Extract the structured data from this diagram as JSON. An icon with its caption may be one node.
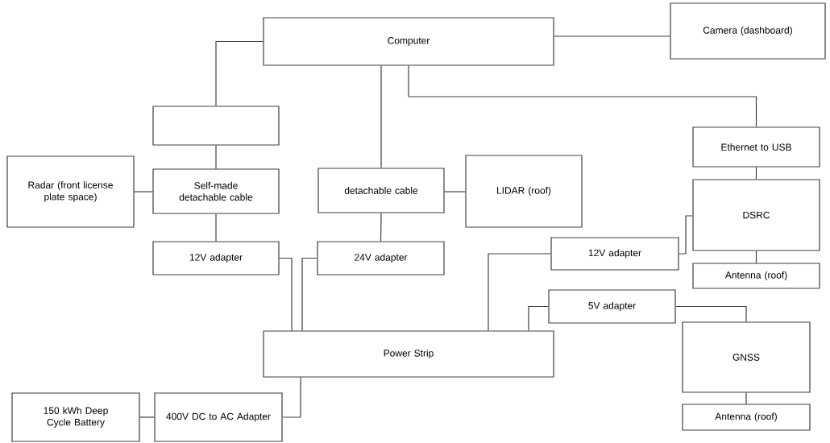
{
  "diagram": {
    "nodes": [
      {
        "text": [
          "Computer"
        ]
      },
      {
        "text": [
          "Camera (dashboard)"
        ]
      },
      {
        "text": [],
        "shape": "box"
      },
      {
        "text": [
          "Radar (front license plate space)"
        ]
      },
      {
        "text": [
          "Self-made detachable cable"
        ]
      },
      {
        "text": [
          "detachable cable"
        ]
      },
      {
        "text": [
          "LIDAR (roof)"
        ]
      },
      {
        "text": [
          "Ethernet to USB"
        ]
      },
      {
        "text": [
          "DSRC"
        ]
      },
      {
        "text": [
          "12V adapter"
        ]
      },
      {
        "text": [
          "24V adapter"
        ]
      },
      {
        "text": [
          "12V adapter"
        ]
      },
      {
        "text": [
          "Antenna (roof)"
        ]
      },
      {
        "text": [
          "5V adapter"
        ]
      },
      {
        "text": [
          "Power Strip"
        ]
      },
      {
        "text": [
          "GNSS"
        ]
      },
      {
        "text": [
          "Antenna (roof)"
        ]
      },
      {
        "text": [
          "150 kWh Deep Cycle Battery"
        ]
      },
      {
        "text": [
          "400V DC to AC Adapter"
        ]
      }
    ],
    "edges": [
      {
        "from": 0,
        "to": 2,
        "arrow": "none"
      },
      {
        "from": 0,
        "to": 1,
        "arrow": "none"
      },
      {
        "from": 0,
        "to": 5,
        "arrow": "none"
      },
      {
        "from": 0,
        "to": 7,
        "arrow": "none"
      },
      {
        "from": 2,
        "to": 4,
        "arrow": "none"
      },
      {
        "from": 3,
        "to": 4,
        "arrow": "none"
      },
      {
        "from": 4,
        "to": 9,
        "arrow": "none"
      },
      {
        "from": 5,
        "to": 6,
        "arrow": "none"
      },
      {
        "from": 5,
        "to": 10,
        "arrow": "none"
      },
      {
        "from": 7,
        "to": 8,
        "arrow": "none"
      },
      {
        "from": 11,
        "to": 8,
        "arrow": "none"
      },
      {
        "from": 8,
        "to": 12,
        "arrow": "none"
      },
      {
        "from": 9,
        "to": 14,
        "arrow": "none"
      },
      {
        "from": 10,
        "to": 14,
        "arrow": "none"
      },
      {
        "from": 11,
        "to": 14,
        "arrow": "none"
      },
      {
        "from": 13,
        "to": 14,
        "arrow": "none"
      },
      {
        "from": 13,
        "to": 15,
        "arrow": "none"
      },
      {
        "from": 15,
        "to": 16,
        "arrow": "none"
      },
      {
        "from": 17,
        "to": 18,
        "arrow": "none"
      },
      {
        "from": 18,
        "to": 14,
        "arrow": "none"
      }
    ]
  }
}
